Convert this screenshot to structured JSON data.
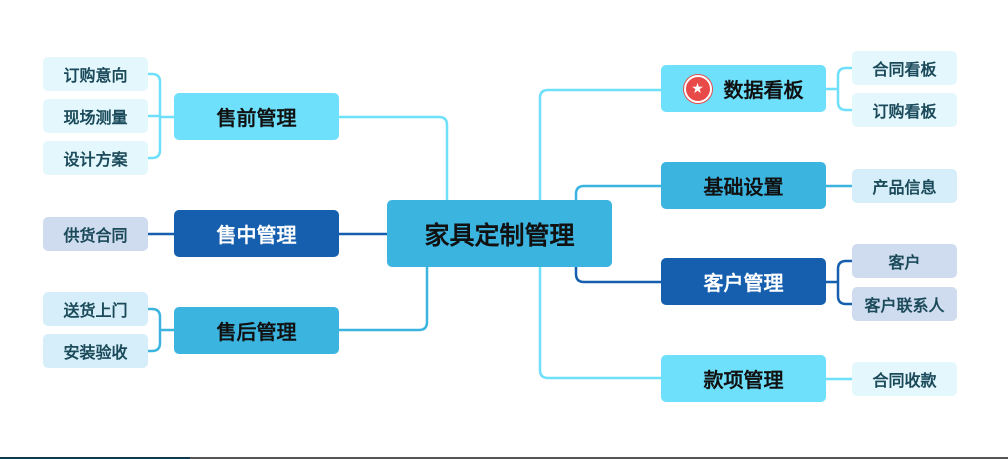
{
  "center": "家具定制管理",
  "left": [
    {
      "label": "售前管理",
      "children": [
        "订购意向",
        "现场测量",
        "设计方案"
      ]
    },
    {
      "label": "售中管理",
      "children": [
        "供货合同"
      ]
    },
    {
      "label": "售后管理",
      "children": [
        "送货上门",
        "安装验收"
      ]
    }
  ],
  "right": [
    {
      "label": "数据看板",
      "icon": "star-icon",
      "children": [
        "合同看板",
        "订购看板"
      ]
    },
    {
      "label": "基础设置",
      "children": [
        "产品信息"
      ]
    },
    {
      "label": "客户管理",
      "children": [
        "客户",
        "客户联系人"
      ]
    },
    {
      "label": "款项管理",
      "children": [
        "合同收款"
      ]
    }
  ],
  "colors": {
    "light": "#6ee0fb",
    "mid": "#3bb4e0",
    "dark": "#155fae"
  }
}
